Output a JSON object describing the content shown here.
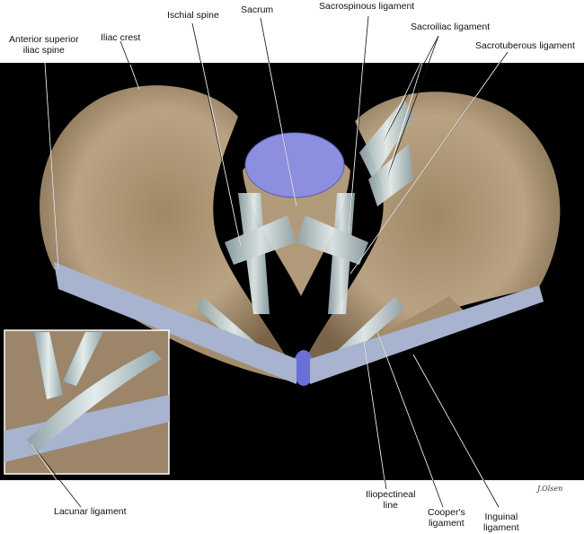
{
  "figure": {
    "labels": {
      "asis": "Anterior superior iliac spine",
      "asis_l1": "Anterior superior",
      "asis_l2": "iliac spine",
      "iliac_crest": "Iliac crest",
      "ischial_spine": "Ischial spine",
      "sacrum": "Sacrum",
      "sacrospinous": "Sacrospinous ligament",
      "sacroiliac": "Sacroiliac ligament",
      "sacrotuberous": "Sacrotuberous ligament",
      "lacunar": "Lacunar ligament",
      "iliopectineal_l1": "Iliopectineal",
      "iliopectineal_l2": "line",
      "coopers_l1": "Cooper's",
      "coopers_l2": "ligament",
      "inguinal_l1": "Inguinal",
      "inguinal_l2": "ligament"
    },
    "signature": "J.Olsen",
    "colors": {
      "background": "#000000",
      "bone": "#b39d7f",
      "ligament": "#c9d6d8",
      "cartilage": "#8c8fe0"
    }
  }
}
